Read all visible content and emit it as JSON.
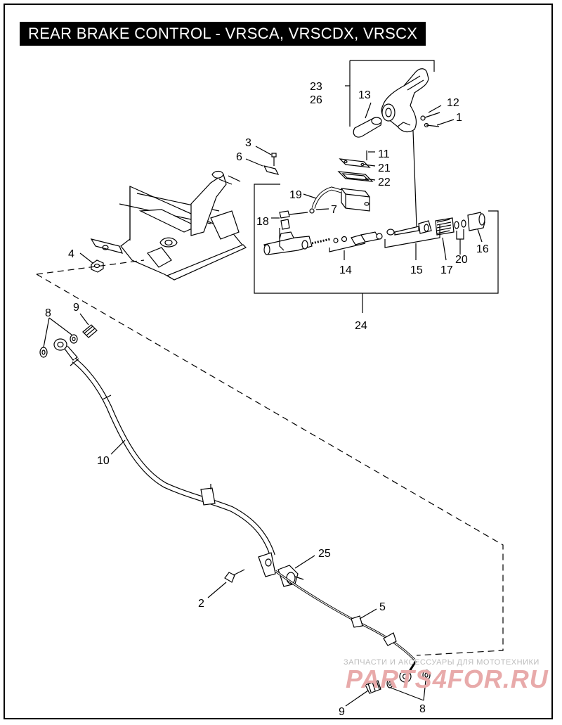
{
  "title": "REAR BRAKE CONTROL - VRSCA, VRSCDX, VRSCX",
  "watermark": {
    "caption": "ЗАПЧАСТИ И АКСЕССУАРЫ ДЛЯ МОТОТЕХНИКИ",
    "logo": "PARTS4FOR.RU",
    "logo_color": "#e8aaaa"
  },
  "callouts": [
    {
      "id": "c23",
      "label": "23"
    },
    {
      "id": "c26",
      "label": "26"
    },
    {
      "id": "c13",
      "label": "13"
    },
    {
      "id": "c12",
      "label": "12"
    },
    {
      "id": "c1",
      "label": "1"
    },
    {
      "id": "c3",
      "label": "3"
    },
    {
      "id": "c6",
      "label": "6"
    },
    {
      "id": "c11",
      "label": "11"
    },
    {
      "id": "c21",
      "label": "21"
    },
    {
      "id": "c22",
      "label": "22"
    },
    {
      "id": "c19",
      "label": "19"
    },
    {
      "id": "c7",
      "label": "7"
    },
    {
      "id": "c18",
      "label": "18"
    },
    {
      "id": "c4",
      "label": "4"
    },
    {
      "id": "c14",
      "label": "14"
    },
    {
      "id": "c15",
      "label": "15"
    },
    {
      "id": "c17",
      "label": "17"
    },
    {
      "id": "c20",
      "label": "20"
    },
    {
      "id": "c16",
      "label": "16"
    },
    {
      "id": "c24",
      "label": "24"
    },
    {
      "id": "c8a",
      "label": "8"
    },
    {
      "id": "c9a",
      "label": "9"
    },
    {
      "id": "c10",
      "label": "10"
    },
    {
      "id": "c25",
      "label": "25"
    },
    {
      "id": "c2",
      "label": "2"
    },
    {
      "id": "c5",
      "label": "5"
    },
    {
      "id": "c9b",
      "label": "9"
    },
    {
      "id": "c8b",
      "label": "8"
    }
  ]
}
